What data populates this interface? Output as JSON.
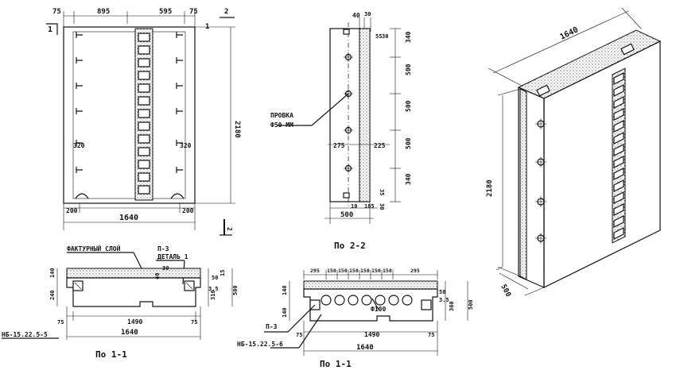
{
  "elevation": {
    "top_dims": [
      "75",
      "895",
      "595",
      "75"
    ],
    "section_mark": "2",
    "section_arrow_label": "1",
    "height_dim": "2180",
    "callout_320": "320",
    "bottom_dims": [
      "200",
      "200"
    ],
    "width_dim": "1640"
  },
  "section22": {
    "top_dims": [
      "40",
      "30"
    ],
    "small_top": "55",
    "small_top2": "30",
    "right_dims": [
      "340",
      "500",
      "500",
      "500",
      "340"
    ],
    "hole_label_1": "ПРОВКА",
    "hole_label_2": "Ф50 ММ",
    "dim_275": "275",
    "dim_225": "225",
    "dim_35": "35",
    "bottom_small": [
      "10",
      "185"
    ],
    "dim_30": "30",
    "width_dim": "500",
    "title": "По 2-2"
  },
  "section11_left": {
    "label_facing": "ФАКТУРНЫЙ СЛОЙ",
    "label_p3": "П-3",
    "label_detail": "ДЕТАЛЬ 1",
    "dim_40": "40",
    "dim_30": "30",
    "left_dims": [
      "140",
      "240"
    ],
    "right_dims": [
      "50",
      "3.5",
      "310",
      "500",
      "15"
    ],
    "mark": "НБ-15.22.5-5",
    "bottom_dims": [
      "75",
      "1490",
      "75"
    ],
    "width_dim": "1640",
    "title": "По 1-1"
  },
  "section11_mid": {
    "top_dims": [
      "295",
      "150",
      "150",
      "150",
      "150",
      "150",
      "150",
      "295"
    ],
    "hole_dim": "Ф100",
    "left_dims": [
      "140",
      "140"
    ],
    "right_dims": [
      "50",
      "3.5",
      "360",
      "500"
    ],
    "label_p3": "П-3",
    "mark": "НБ-15.22.5-6",
    "bottom_dims": [
      "75",
      "1490",
      "75"
    ],
    "width_dim": "1640",
    "title": "По 1-1"
  },
  "iso": {
    "top_dim": "1640",
    "height_dim": "2180",
    "depth_dim": "500"
  }
}
